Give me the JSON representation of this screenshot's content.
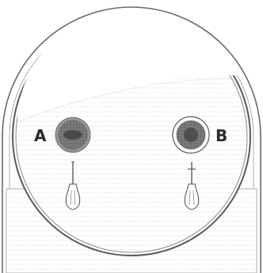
{
  "diagram": {
    "labels": {
      "left_hole": "A",
      "right_hole": "B"
    },
    "screws": {
      "left_type": "flathead",
      "right_type": "phillips"
    },
    "colors": {
      "line": "#5a5a5a",
      "hole_fill": "#707070",
      "hole_core": "#4a4a4a",
      "texture": "#c8c8c8",
      "background": "#ffffff"
    }
  }
}
